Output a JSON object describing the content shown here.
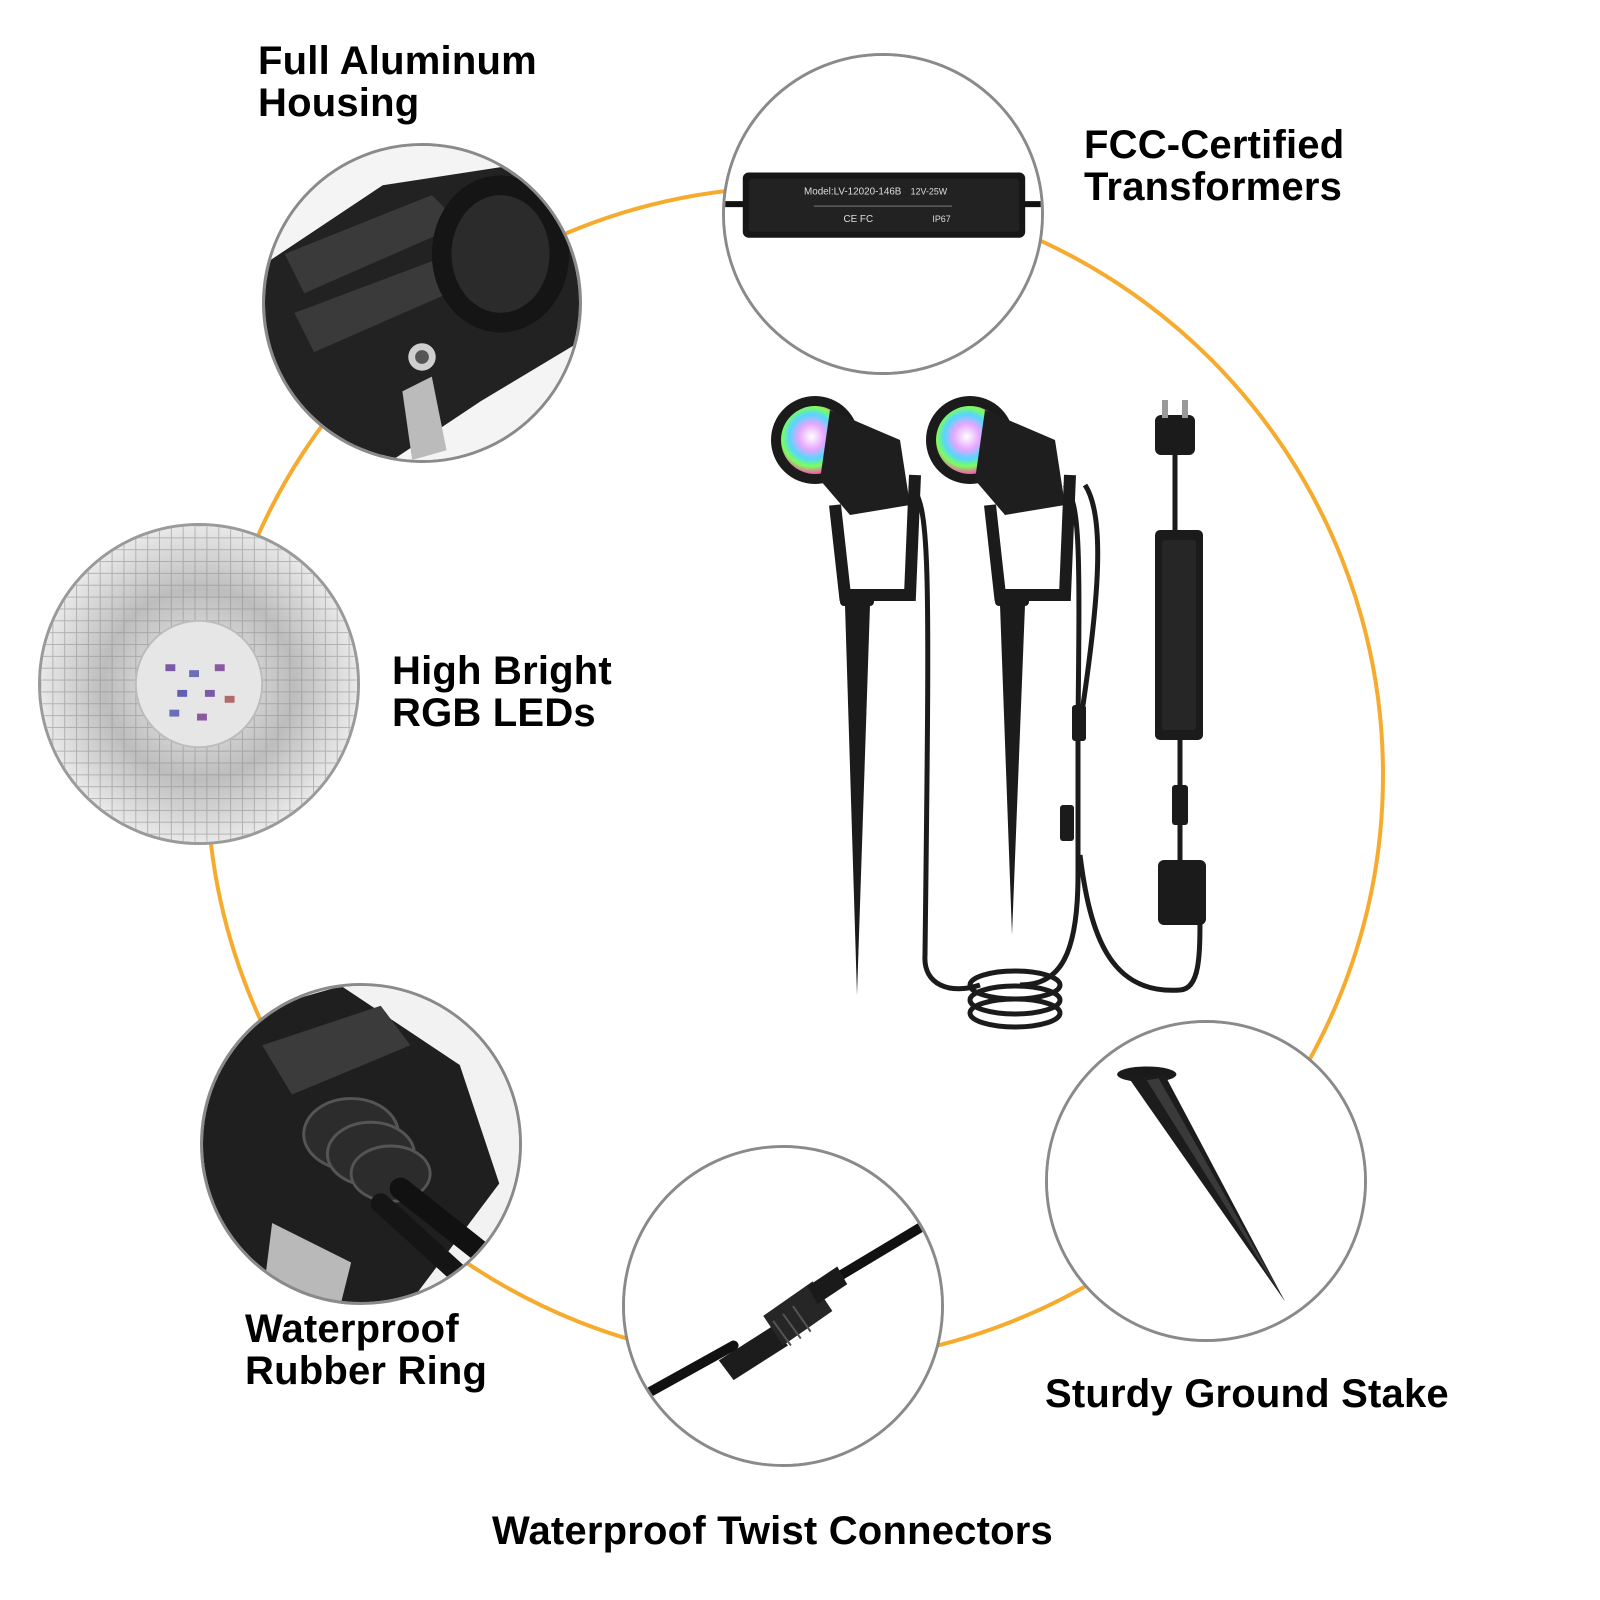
{
  "features": {
    "housing": {
      "label": "Full Aluminum\nHousing",
      "icon": "housing-closeup"
    },
    "transformer": {
      "label": "FCC-Certified\nTransformers",
      "icon": "transformer-closeup",
      "device_text": {
        "model": "Model:LV-12020-146B",
        "rating": "12V-25W",
        "marks": "CE FC",
        "rating2": "IP67"
      }
    },
    "leds": {
      "label": "High Bright\nRGB LEDs",
      "icon": "led-reflector-closeup"
    },
    "rubber_ring": {
      "label": "Waterproof\nRubber Ring",
      "icon": "rubber-ring-closeup"
    },
    "connectors": {
      "label": "Waterproof Twist Connectors",
      "icon": "twist-connector-closeup"
    },
    "stake": {
      "label": "Sturdy Ground Stake",
      "icon": "ground-stake-closeup"
    }
  },
  "colors": {
    "accent_ring": "#f5a623",
    "circle_border": "#8a8a8a",
    "product_black": "#1b1b1b"
  }
}
